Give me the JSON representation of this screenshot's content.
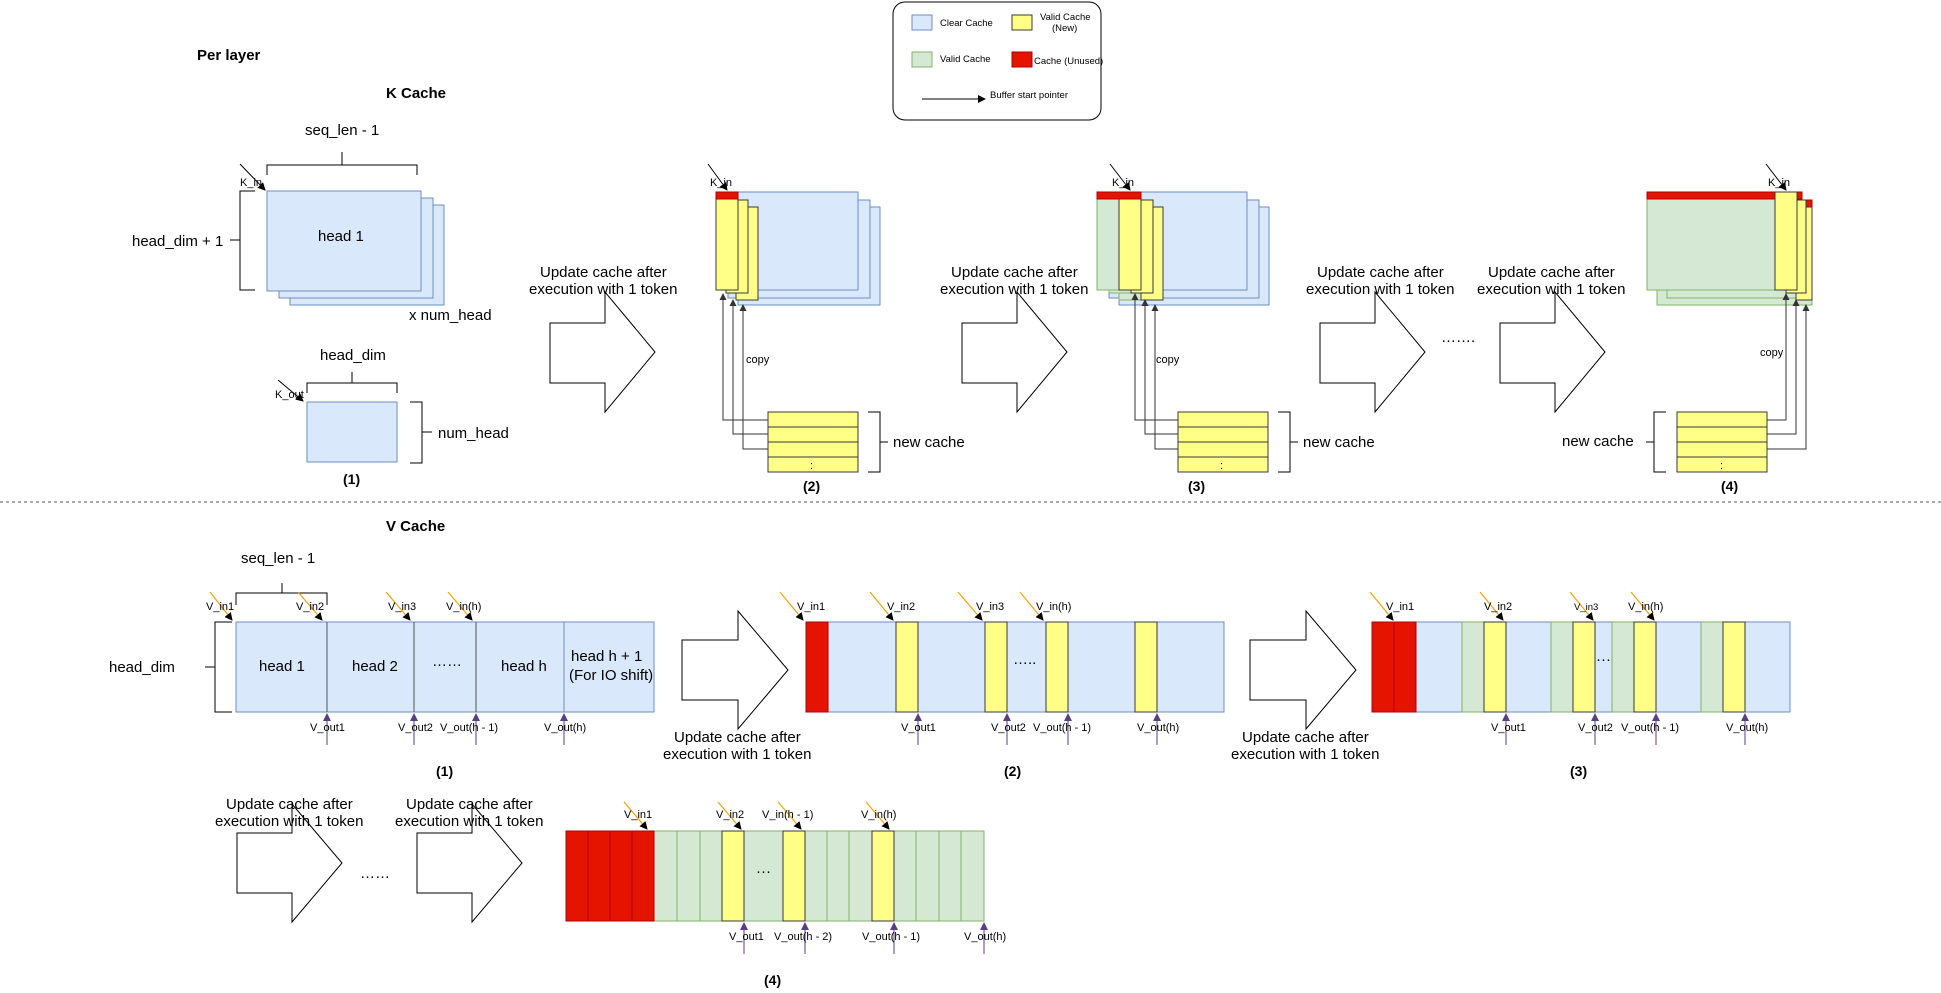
{
  "colors": {
    "clear": "#dae8fc",
    "clear_stroke": "#6c8ebf",
    "valid_new": "#ffff88",
    "valid_new_stroke": "#36393d",
    "valid": "#d5e8d4",
    "valid_stroke": "#82b366",
    "unused": "#e51400",
    "unused_stroke": "#b20000",
    "pointer_accent": "#f0a30a",
    "out_pointer": "#5a3e85"
  },
  "legend": {
    "clear": "Clear Cache",
    "valid_new_line1": "Valid Cache",
    "valid_new_line2": "(New)",
    "valid": "Valid Cache",
    "unused": "Cache (Unused)",
    "pointer": "Buffer start pointer"
  },
  "title": "Per layer",
  "k_cache": {
    "title": "K Cache",
    "seq_len": "seq_len - 1",
    "head_dim_plus": "head_dim + 1",
    "head1": "head 1",
    "num_head_mult": "x num_head",
    "head_dim": "head_dim",
    "num_head": "num_head",
    "k_in": "K_in",
    "k_out": "K_out",
    "copy": "copy",
    "new_cache": "new cache",
    "dots": "…….",
    "ellipsis": ":",
    "update_line1": "Update cache after",
    "update_line2": "execution with 1 token",
    "captions": [
      "(1)",
      "(2)",
      "(3)",
      "(4)"
    ]
  },
  "v_cache": {
    "title": "V Cache",
    "seq_len": "seq_len - 1",
    "head_dim": "head_dim",
    "heads": [
      "head 1",
      "head 2",
      "……",
      "head h"
    ],
    "head_last_line1": "head h + 1",
    "head_last_line2": "(For IO shift)",
    "v_in": [
      "V_in1",
      "V_in2",
      "V_in3",
      "V_in(h)"
    ],
    "v_in_4": [
      "V_in1",
      "V_in2",
      "V_in(h - 1)",
      "V_in(h)"
    ],
    "v_out": [
      "V_out1",
      "V_out2",
      "V_out(h - 1)",
      "V_out(h)"
    ],
    "v_out_4": [
      "V_out1",
      "V_out(h - 2)",
      "V_out(h - 1)",
      "V_out(h)"
    ],
    "dots_short": "…..",
    "dots_4": "···",
    "dots_mid": "……",
    "update_line1": "Update cache after",
    "update_line2": "execution with 1 token",
    "captions": [
      "(1)",
      "(2)",
      "(3)",
      "(4)"
    ]
  }
}
